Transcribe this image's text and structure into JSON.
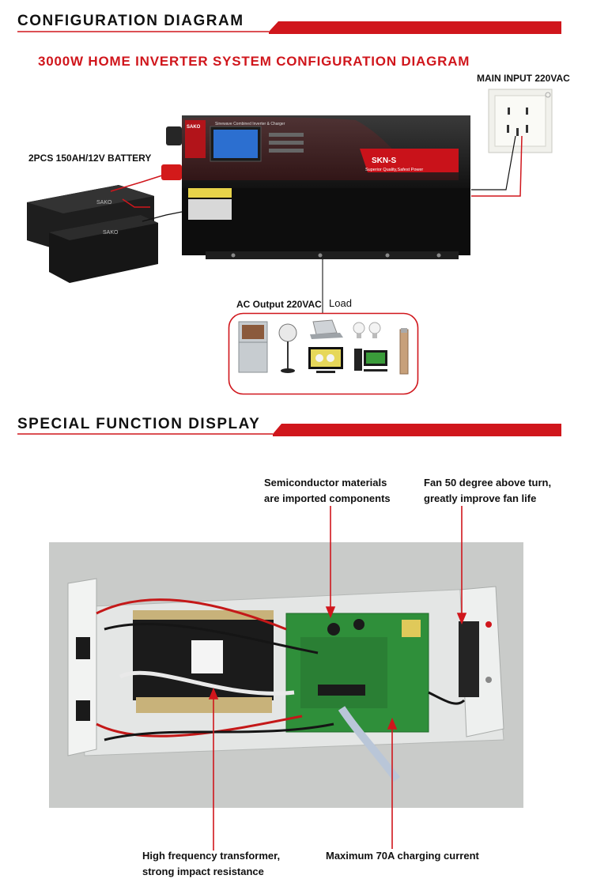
{
  "section1": {
    "title": "CONFIGURATION DIAGRAM"
  },
  "diagram": {
    "main_title": "3000W HOME INVERTER SYSTEM CONFIGURATION DIAGRAM",
    "main_input_label": "MAIN INPUT 220VAC",
    "battery_label": "2PCS 150AH/12V BATTERY",
    "ac_output_label": "AC Output 220VAC",
    "load_label": "Load",
    "inverter_model": "SKN-S",
    "inverter_slogan": "Superior Quality,Safest Power",
    "inverter_header": "Sinewave Combined Inverter & Charger",
    "brand": "SAKO"
  },
  "section2": {
    "title": "SPECIAL FUNCTION DISPLAY"
  },
  "callouts": {
    "semiconductor_line1": "Semiconductor materials",
    "semiconductor_line2": "are imported components",
    "fan_line1": "Fan 50 degree above turn,",
    "fan_line2": "greatly improve fan life",
    "transformer_line1": "High frequency transformer,",
    "transformer_line2": "strong impact resistance",
    "charging": "Maximum 70A charging current"
  },
  "colors": {
    "accent_red": "#d0161c",
    "dark": "#111111",
    "board_green": "#2f8f3a"
  }
}
